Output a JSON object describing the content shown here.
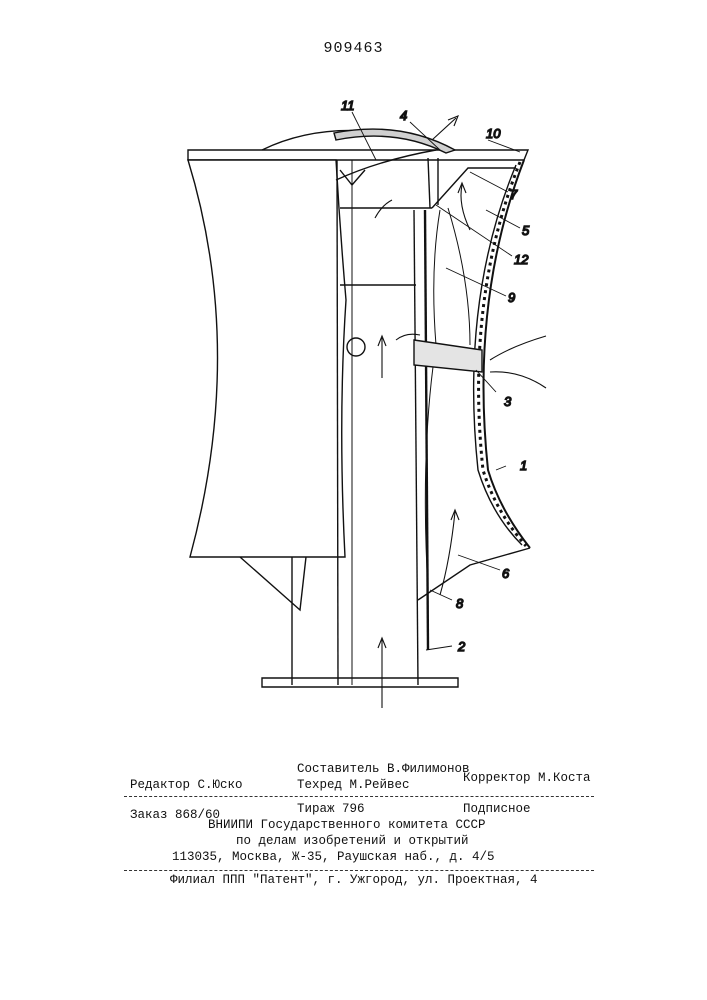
{
  "header": {
    "patent_number": "909463"
  },
  "figure": {
    "labels": [
      "1",
      "2",
      "3",
      "4",
      "5",
      "6",
      "7",
      "8",
      "9",
      "10",
      "11",
      "12"
    ]
  },
  "imprint": {
    "compiler": "Составитель В.Филимонов",
    "editor": "Редактор С.Юско",
    "techred": "Техред М.Рейвес",
    "corrector": "Корректор М.Коста",
    "order": "Заказ 868/60",
    "circulation": "Тираж 796",
    "subscription": "Подписное",
    "org_line1": "ВНИИПИ Государственного комитета СССР",
    "org_line2": "по делам изобретений и открытий",
    "address": "113035, Москва, Ж-35, Раушская наб., д. 4/5",
    "branch": "Филиал ППП \"Патент\", г. Ужгород, ул. Проектная, 4"
  }
}
